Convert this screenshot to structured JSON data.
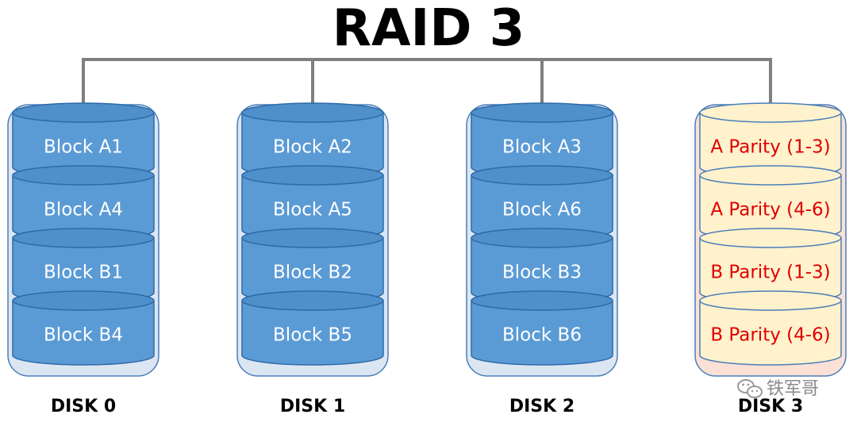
{
  "title": "RAID 3",
  "colors": {
    "connector": "#7f7f7f",
    "data_container_fill": "#dce6f2",
    "data_container_stroke": "#4a7ebb",
    "data_block_fill": "#5b9bd5",
    "data_block_top_fill": "#4f8fca",
    "data_block_stroke": "#2e6aa8",
    "data_text": "#ffffff",
    "parity_container_fill": "#fbe1d5",
    "parity_container_stroke": "#4a7ebb",
    "parity_block_fill": "#fff2cc",
    "parity_block_stroke": "#4a7ebb",
    "parity_text": "#e00000"
  },
  "disks": [
    {
      "label": "DISK 0",
      "type": "data",
      "blocks": [
        "Block A1",
        "Block A4",
        "Block B1",
        "Block B4"
      ]
    },
    {
      "label": "DISK 1",
      "type": "data",
      "blocks": [
        "Block A2",
        "Block A5",
        "Block B2",
        "Block B5"
      ]
    },
    {
      "label": "DISK 2",
      "type": "data",
      "blocks": [
        "Block A3",
        "Block A6",
        "Block B3",
        "Block B6"
      ]
    },
    {
      "label": "DISK 3",
      "type": "parity",
      "blocks": [
        "A Parity (1-3)",
        "A Parity (4-6)",
        "B  Parity (1-3)",
        "B Parity (4-6)"
      ]
    }
  ],
  "watermark": {
    "text": "铁军哥",
    "icon": "wechat-icon"
  }
}
